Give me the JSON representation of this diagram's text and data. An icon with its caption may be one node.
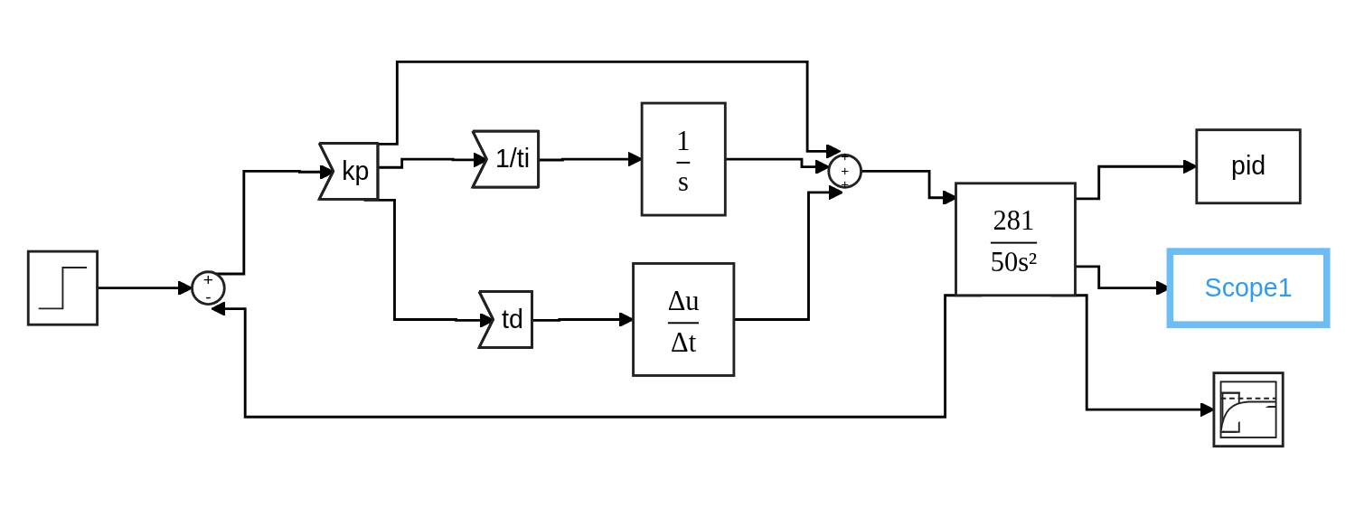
{
  "diagram": {
    "nodes": [
      {
        "text": [],
        "shape": "picture"
      },
      {
        "text": [
          "+",
          "-"
        ]
      },
      {
        "text": [
          "kp"
        ]
      },
      {
        "text": [
          "1/ti"
        ]
      },
      {
        "text": [
          "td"
        ]
      },
      {
        "text": [
          "1",
          "s"
        ]
      },
      {
        "text": [
          "Δu",
          "Δt"
        ]
      },
      {
        "text": [
          "+",
          "+",
          "+"
        ]
      },
      {
        "text": [
          "281",
          "50s²"
        ]
      },
      {
        "text": [
          "pid"
        ]
      },
      {
        "text": [
          "Scope1"
        ]
      },
      {
        "text": [],
        "shape": "picture"
      }
    ],
    "edges": [
      {
        "from": 0,
        "to": 1,
        "arrow": "to"
      },
      {
        "from": 1,
        "to": 2,
        "arrow": "to"
      },
      {
        "from": 2,
        "to": 7,
        "arrow": "to"
      },
      {
        "from": 2,
        "to": 3,
        "arrow": "to"
      },
      {
        "from": 2,
        "to": 4,
        "arrow": "to"
      },
      {
        "from": 3,
        "to": 5,
        "arrow": "to"
      },
      {
        "from": 4,
        "to": 6,
        "arrow": "to"
      },
      {
        "from": 5,
        "to": 7,
        "arrow": "to"
      },
      {
        "from": 6,
        "to": 7,
        "arrow": "to"
      },
      {
        "from": 7,
        "to": 8,
        "arrow": "to"
      },
      {
        "from": 8,
        "to": 9,
        "arrow": "to"
      },
      {
        "from": 8,
        "to": 10,
        "arrow": "to"
      },
      {
        "from": 8,
        "to": 11,
        "arrow": "to"
      },
      {
        "from": 8,
        "to": 1,
        "arrow": "to"
      }
    ]
  }
}
